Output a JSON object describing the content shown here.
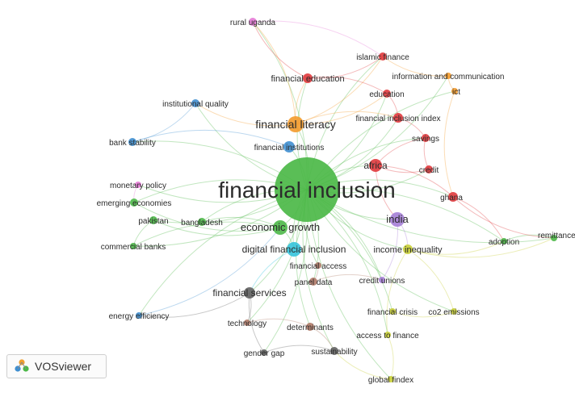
{
  "app": {
    "brand": "VOSviewer"
  },
  "clusters": [
    {
      "id": "green",
      "color": "#4cb848"
    },
    {
      "id": "red",
      "color": "#e0383c"
    },
    {
      "id": "blue",
      "color": "#3f8fd0"
    },
    {
      "id": "orange",
      "color": "#f39a2b"
    },
    {
      "id": "purple",
      "color": "#a57fd6"
    },
    {
      "id": "pink",
      "color": "#e57ad6"
    },
    {
      "id": "cyan",
      "color": "#35c4dc"
    },
    {
      "id": "yellow",
      "color": "#c9cf36"
    },
    {
      "id": "gray",
      "color": "#606060"
    },
    {
      "id": "brown",
      "color": "#b07a68"
    }
  ],
  "keywords": [
    {
      "id": "financial-inclusion",
      "label": "financial inclusion",
      "cluster": "green"
    },
    {
      "id": "financial-literacy",
      "label": "financial literacy",
      "cluster": "orange"
    },
    {
      "id": "economic-growth",
      "label": "economic growth",
      "cluster": "green"
    },
    {
      "id": "digital-financial-inclusion",
      "label": "digital financial inclusion",
      "cluster": "cyan"
    },
    {
      "id": "financial-services",
      "label": "financial services",
      "cluster": "gray"
    },
    {
      "id": "india",
      "label": "india",
      "cluster": "purple"
    },
    {
      "id": "africa",
      "label": "africa",
      "cluster": "red"
    },
    {
      "id": "financial-institutions",
      "label": "financial institutions",
      "cluster": "blue"
    },
    {
      "id": "financial-education",
      "label": "financial education",
      "cluster": "red"
    },
    {
      "id": "financial-inclusion-index",
      "label": "financial inclusion index",
      "cluster": "red"
    },
    {
      "id": "islamic-finance",
      "label": "islamic finance",
      "cluster": "red"
    },
    {
      "id": "information-and-communication",
      "label": "information and communication",
      "cluster": "orange"
    },
    {
      "id": "ict",
      "label": "ict",
      "cluster": "orange"
    },
    {
      "id": "education",
      "label": "education",
      "cluster": "red"
    },
    {
      "id": "savings",
      "label": "savings",
      "cluster": "red"
    },
    {
      "id": "credit",
      "label": "credit",
      "cluster": "red"
    },
    {
      "id": "ghana",
      "label": "ghana",
      "cluster": "red"
    },
    {
      "id": "rural-uganda",
      "label": "rural uganda",
      "cluster": "pink"
    },
    {
      "id": "institutional-quality",
      "label": "institutional quality",
      "cluster": "blue"
    },
    {
      "id": "bank-stability",
      "label": "bank stability",
      "cluster": "blue"
    },
    {
      "id": "monetary-policy",
      "label": "monetary policy",
      "cluster": "pink"
    },
    {
      "id": "emerging-economies",
      "label": "emerging economies",
      "cluster": "green"
    },
    {
      "id": "pakistan",
      "label": "pakistan",
      "cluster": "green"
    },
    {
      "id": "bangladesh",
      "label": "bangladesh",
      "cluster": "green"
    },
    {
      "id": "commercial-banks",
      "label": "commercial banks",
      "cluster": "green"
    },
    {
      "id": "energy-efficiency",
      "label": "energy efficiency",
      "cluster": "blue"
    },
    {
      "id": "technology",
      "label": "technology",
      "cluster": "brown"
    },
    {
      "id": "determinants",
      "label": "determinants",
      "cluster": "brown"
    },
    {
      "id": "gender-gap",
      "label": "gender gap",
      "cluster": "gray"
    },
    {
      "id": "sustainability",
      "label": "sustainability",
      "cluster": "gray"
    },
    {
      "id": "panel-data",
      "label": "panel data",
      "cluster": "brown"
    },
    {
      "id": "financial-access",
      "label": "financial access",
      "cluster": "brown"
    },
    {
      "id": "credit-unions",
      "label": "credit unions",
      "cluster": "purple"
    },
    {
      "id": "income-inequality",
      "label": "income inequality",
      "cluster": "yellow"
    },
    {
      "id": "adoption",
      "label": "adoption",
      "cluster": "green"
    },
    {
      "id": "remittances",
      "label": "remittance",
      "cluster": "green"
    },
    {
      "id": "financial-crisis",
      "label": "financial crisis",
      "cluster": "yellow"
    },
    {
      "id": "co2-emissions",
      "label": "co2 emissions",
      "cluster": "yellow"
    },
    {
      "id": "access-to-finance",
      "label": "access to finance",
      "cluster": "yellow"
    },
    {
      "id": "global-findex",
      "label": "global findex",
      "cluster": "yellow"
    }
  ]
}
